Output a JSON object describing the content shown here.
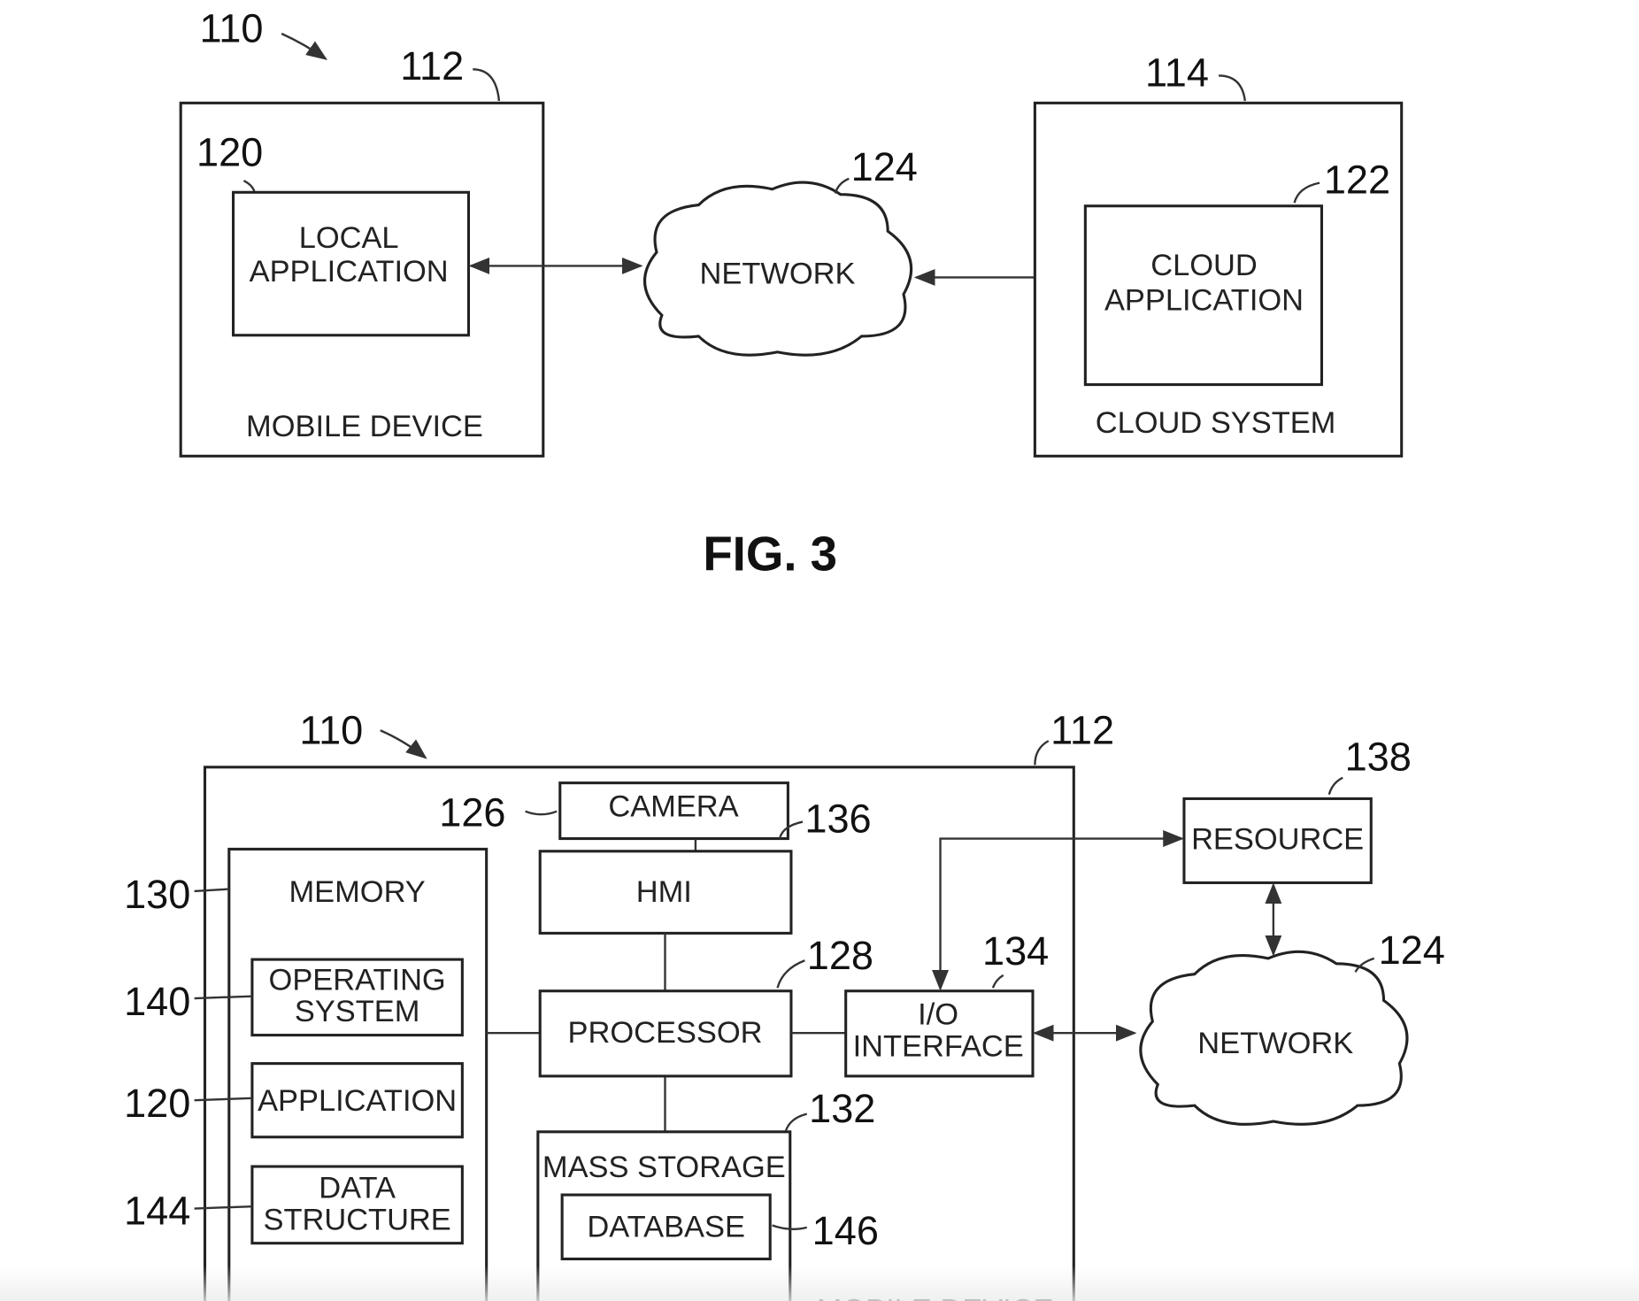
{
  "fig3": {
    "caption": "FIG. 3",
    "ref_system": "110",
    "mobile_device": {
      "ref": "112",
      "label": "MOBILE DEVICE"
    },
    "local_application": {
      "ref": "120",
      "line1": "LOCAL",
      "line2": "APPLICATION"
    },
    "network": {
      "ref": "124",
      "label": "NETWORK"
    },
    "cloud_system": {
      "ref": "114",
      "label": "CLOUD SYSTEM"
    },
    "cloud_application": {
      "ref": "122",
      "line1": "CLOUD",
      "line2": "APPLICATION"
    }
  },
  "fig4": {
    "ref_system": "110",
    "mobile_device": {
      "ref": "112",
      "label": "MOBILE DEVICE"
    },
    "camera": {
      "ref": "126",
      "label": "CAMERA"
    },
    "hmi": {
      "ref": "136",
      "label": "HMI"
    },
    "memory": {
      "ref": "130",
      "label": "MEMORY"
    },
    "operating_system": {
      "ref": "140",
      "line1": "OPERATING",
      "line2": "SYSTEM"
    },
    "application": {
      "ref": "120",
      "label": "APPLICATION"
    },
    "data_structure": {
      "ref": "144",
      "line1": "DATA",
      "line2": "STRUCTURE"
    },
    "processor": {
      "ref": "128",
      "label": "PROCESSOR"
    },
    "io_interface": {
      "ref": "134",
      "line1": "I/O",
      "line2": "INTERFACE"
    },
    "resource": {
      "ref": "138",
      "label": "RESOURCE"
    },
    "network": {
      "ref": "124",
      "label": "NETWORK"
    },
    "mass_storage": {
      "ref": "132",
      "label": "MASS STORAGE"
    },
    "database": {
      "ref": "146",
      "label": "DATABASE"
    }
  }
}
